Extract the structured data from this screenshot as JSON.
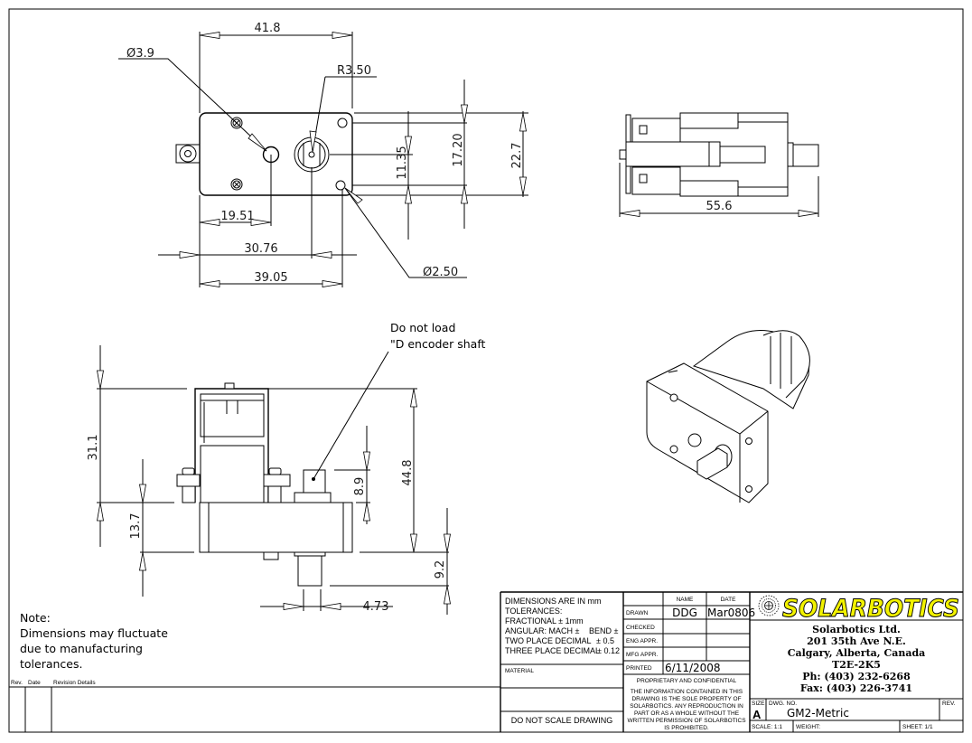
{
  "drawing": {
    "top_view": {
      "dims": {
        "width_41_8": "41.8",
        "hole_dia": "Ø3.9",
        "radius": "R3.50",
        "d_11_35": "11.35",
        "d_17_20": "17.20",
        "d_22_7": "22.7",
        "d_19_51": "19.51",
        "d_30_76": "30.76",
        "d_39_05": "39.05",
        "small_hole_dia": "Ø2.50"
      }
    },
    "side_view": {
      "dims": {
        "length": "55.6"
      }
    },
    "front_view": {
      "dims": {
        "d_31_1": "31.1",
        "d_13_7": "13.7",
        "d_8_9": "8.9",
        "d_44_8": "44.8",
        "d_9_2": "9.2",
        "d_4_73": "4.73"
      },
      "callout_line1": "Do not load",
      "callout_line2": "\"D encoder shaft"
    },
    "note": {
      "title": "Note:",
      "line1": "Dimensions may fluctuate",
      "line2": "due to manufacturing",
      "line3": "tolerances."
    }
  },
  "revision_block": {
    "rev_label": "Rev.",
    "date_label": "Date",
    "details_label": "Revision Details"
  },
  "title_block": {
    "tolerances": {
      "line1": "DIMENSIONS ARE IN mm",
      "line2": "TOLERANCES:",
      "line3": "FRACTIONAL ± 1mm",
      "line4a": "ANGULAR: MACH ±",
      "line4b": "BEND ±",
      "line5a": "TWO PLACE DECIMAL",
      "line5b": "± 0.5",
      "line6a": "THREE PLACE DECIMAL",
      "line6b": "± 0.12"
    },
    "material_label": "MATERIAL",
    "do_not_scale": "DO NOT SCALE DRAWING",
    "name_header": "NAME",
    "date_header": "DATE",
    "drawn_label": "DRAWN",
    "drawn_name": "DDG",
    "drawn_date": "Mar0806",
    "checked_label": "CHECKED",
    "eng_appr_label": "ENG APPR.",
    "mfg_appr_label": "MFG APPR.",
    "printed_label": "PRINTED",
    "printed_date": "6/11/2008",
    "proprietary_title": "PROPRIETARY AND CONFIDENTIAL",
    "proprietary_text": [
      "THE INFORMATION CONTAINED IN THIS",
      "DRAWING IS THE SOLE PROPERTY OF",
      "SOLARBOTICS.  ANY REPRODUCTION IN",
      "PART OR AS A WHOLE WITHOUT THE",
      "WRITTEN PERMISSION OF SOLARBOTICS",
      "IS PROHIBITED."
    ],
    "logo_text": "SOLARBOTICS",
    "logo_color": "#f2f200",
    "company": {
      "name": "Solarbotics Ltd.",
      "street": "201 35th Ave N.E.",
      "city": "Calgary, Alberta, Canada",
      "postal": "T2E-2K5",
      "phone": "Ph: (403) 232-6268",
      "fax": "Fax: (403) 226-3741"
    },
    "size_label": "SIZE",
    "size_value": "A",
    "dwg_no_label": "DWG.  NO.",
    "dwg_no_value": "GM2-Metric",
    "rev_label": "REV.",
    "scale_label": "SCALE: 1:1",
    "weight_label": "WEIGHT:",
    "sheet_label": "SHEET: 1/1"
  }
}
